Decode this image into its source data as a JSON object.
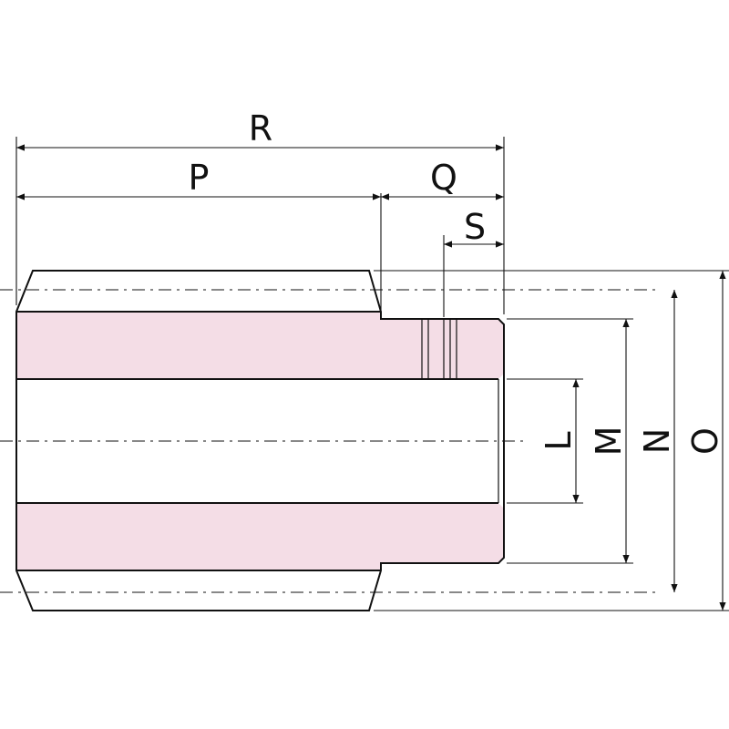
{
  "labels": {
    "R": "R",
    "P": "P",
    "Q": "Q",
    "S": "S",
    "L": "L",
    "M": "M",
    "N": "N",
    "O": "O"
  },
  "colors": {
    "section_fill": "#f4dde6",
    "line": "#111111",
    "background": "#ffffff"
  }
}
